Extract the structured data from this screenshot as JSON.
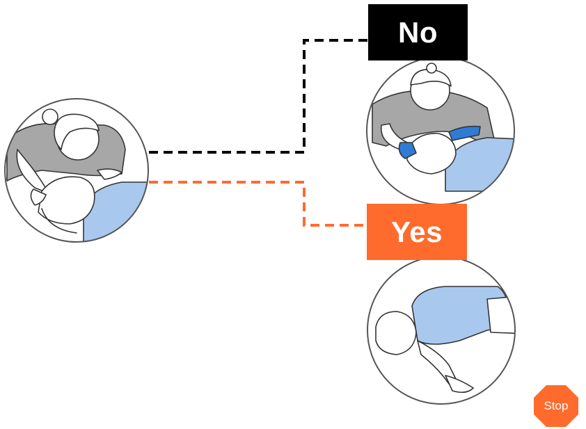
{
  "labels": {
    "no": "No",
    "yes": "Yes",
    "stop": "Stop"
  },
  "colors": {
    "no_branch": "#000000",
    "yes_branch": "#ff6b2c",
    "circle_outline": "#555555",
    "shirt_gray": "#a7a7a7",
    "patient_blue": "#a9c8ee",
    "glove_blue": "#2f7cd6",
    "stop_sign": "#ff6b2c",
    "text_light": "#ffffff"
  },
  "illustrations": [
    "assess-patient-illustration",
    "no-breathing-illustration",
    "recovery-position-illustration"
  ],
  "icons": [
    "stop-sign-icon"
  ]
}
